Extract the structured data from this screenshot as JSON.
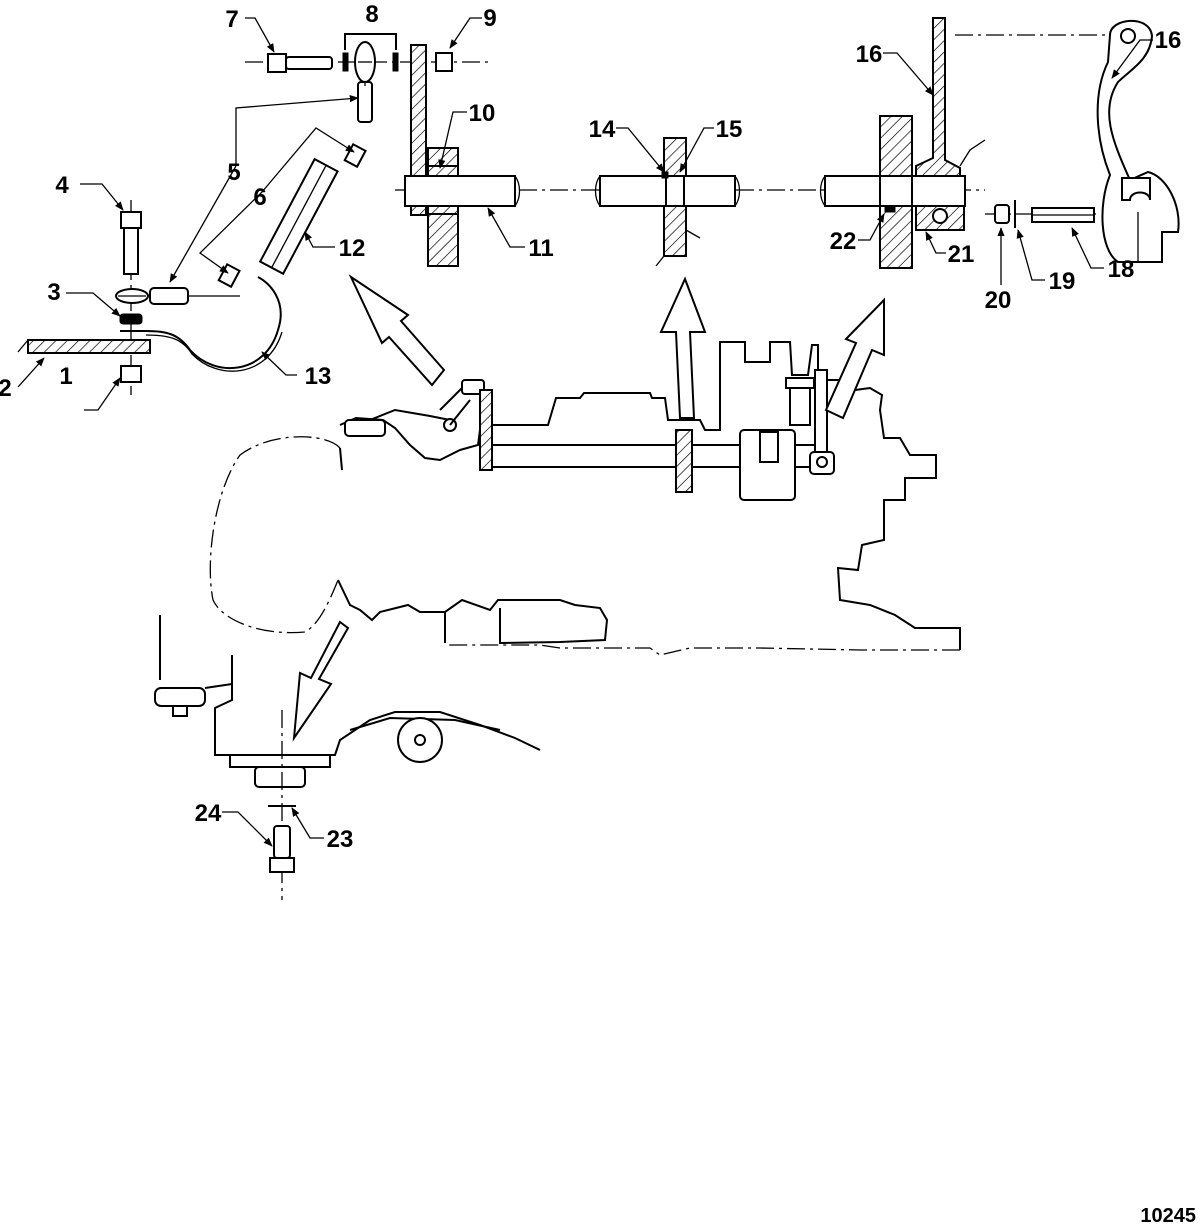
{
  "diagram": {
    "figure_id": "10245",
    "callouts": [
      {
        "key": "c1",
        "label": "1"
      },
      {
        "key": "c2",
        "label": "2"
      },
      {
        "key": "c3",
        "label": "3"
      },
      {
        "key": "c4",
        "label": "4"
      },
      {
        "key": "c5",
        "label": "5"
      },
      {
        "key": "c6",
        "label": "6"
      },
      {
        "key": "c7",
        "label": "7"
      },
      {
        "key": "c8",
        "label": "8"
      },
      {
        "key": "c9",
        "label": "9"
      },
      {
        "key": "c10",
        "label": "10"
      },
      {
        "key": "c11",
        "label": "11"
      },
      {
        "key": "c12",
        "label": "12"
      },
      {
        "key": "c13",
        "label": "13"
      },
      {
        "key": "c14",
        "label": "14"
      },
      {
        "key": "c15",
        "label": "15"
      },
      {
        "key": "c16a",
        "label": "16"
      },
      {
        "key": "c16b",
        "label": "16"
      },
      {
        "key": "c18",
        "label": "18"
      },
      {
        "key": "c19",
        "label": "19"
      },
      {
        "key": "c20",
        "label": "20"
      },
      {
        "key": "c21",
        "label": "21"
      },
      {
        "key": "c22",
        "label": "22"
      },
      {
        "key": "c23",
        "label": "23"
      },
      {
        "key": "c24",
        "label": "24"
      }
    ]
  }
}
